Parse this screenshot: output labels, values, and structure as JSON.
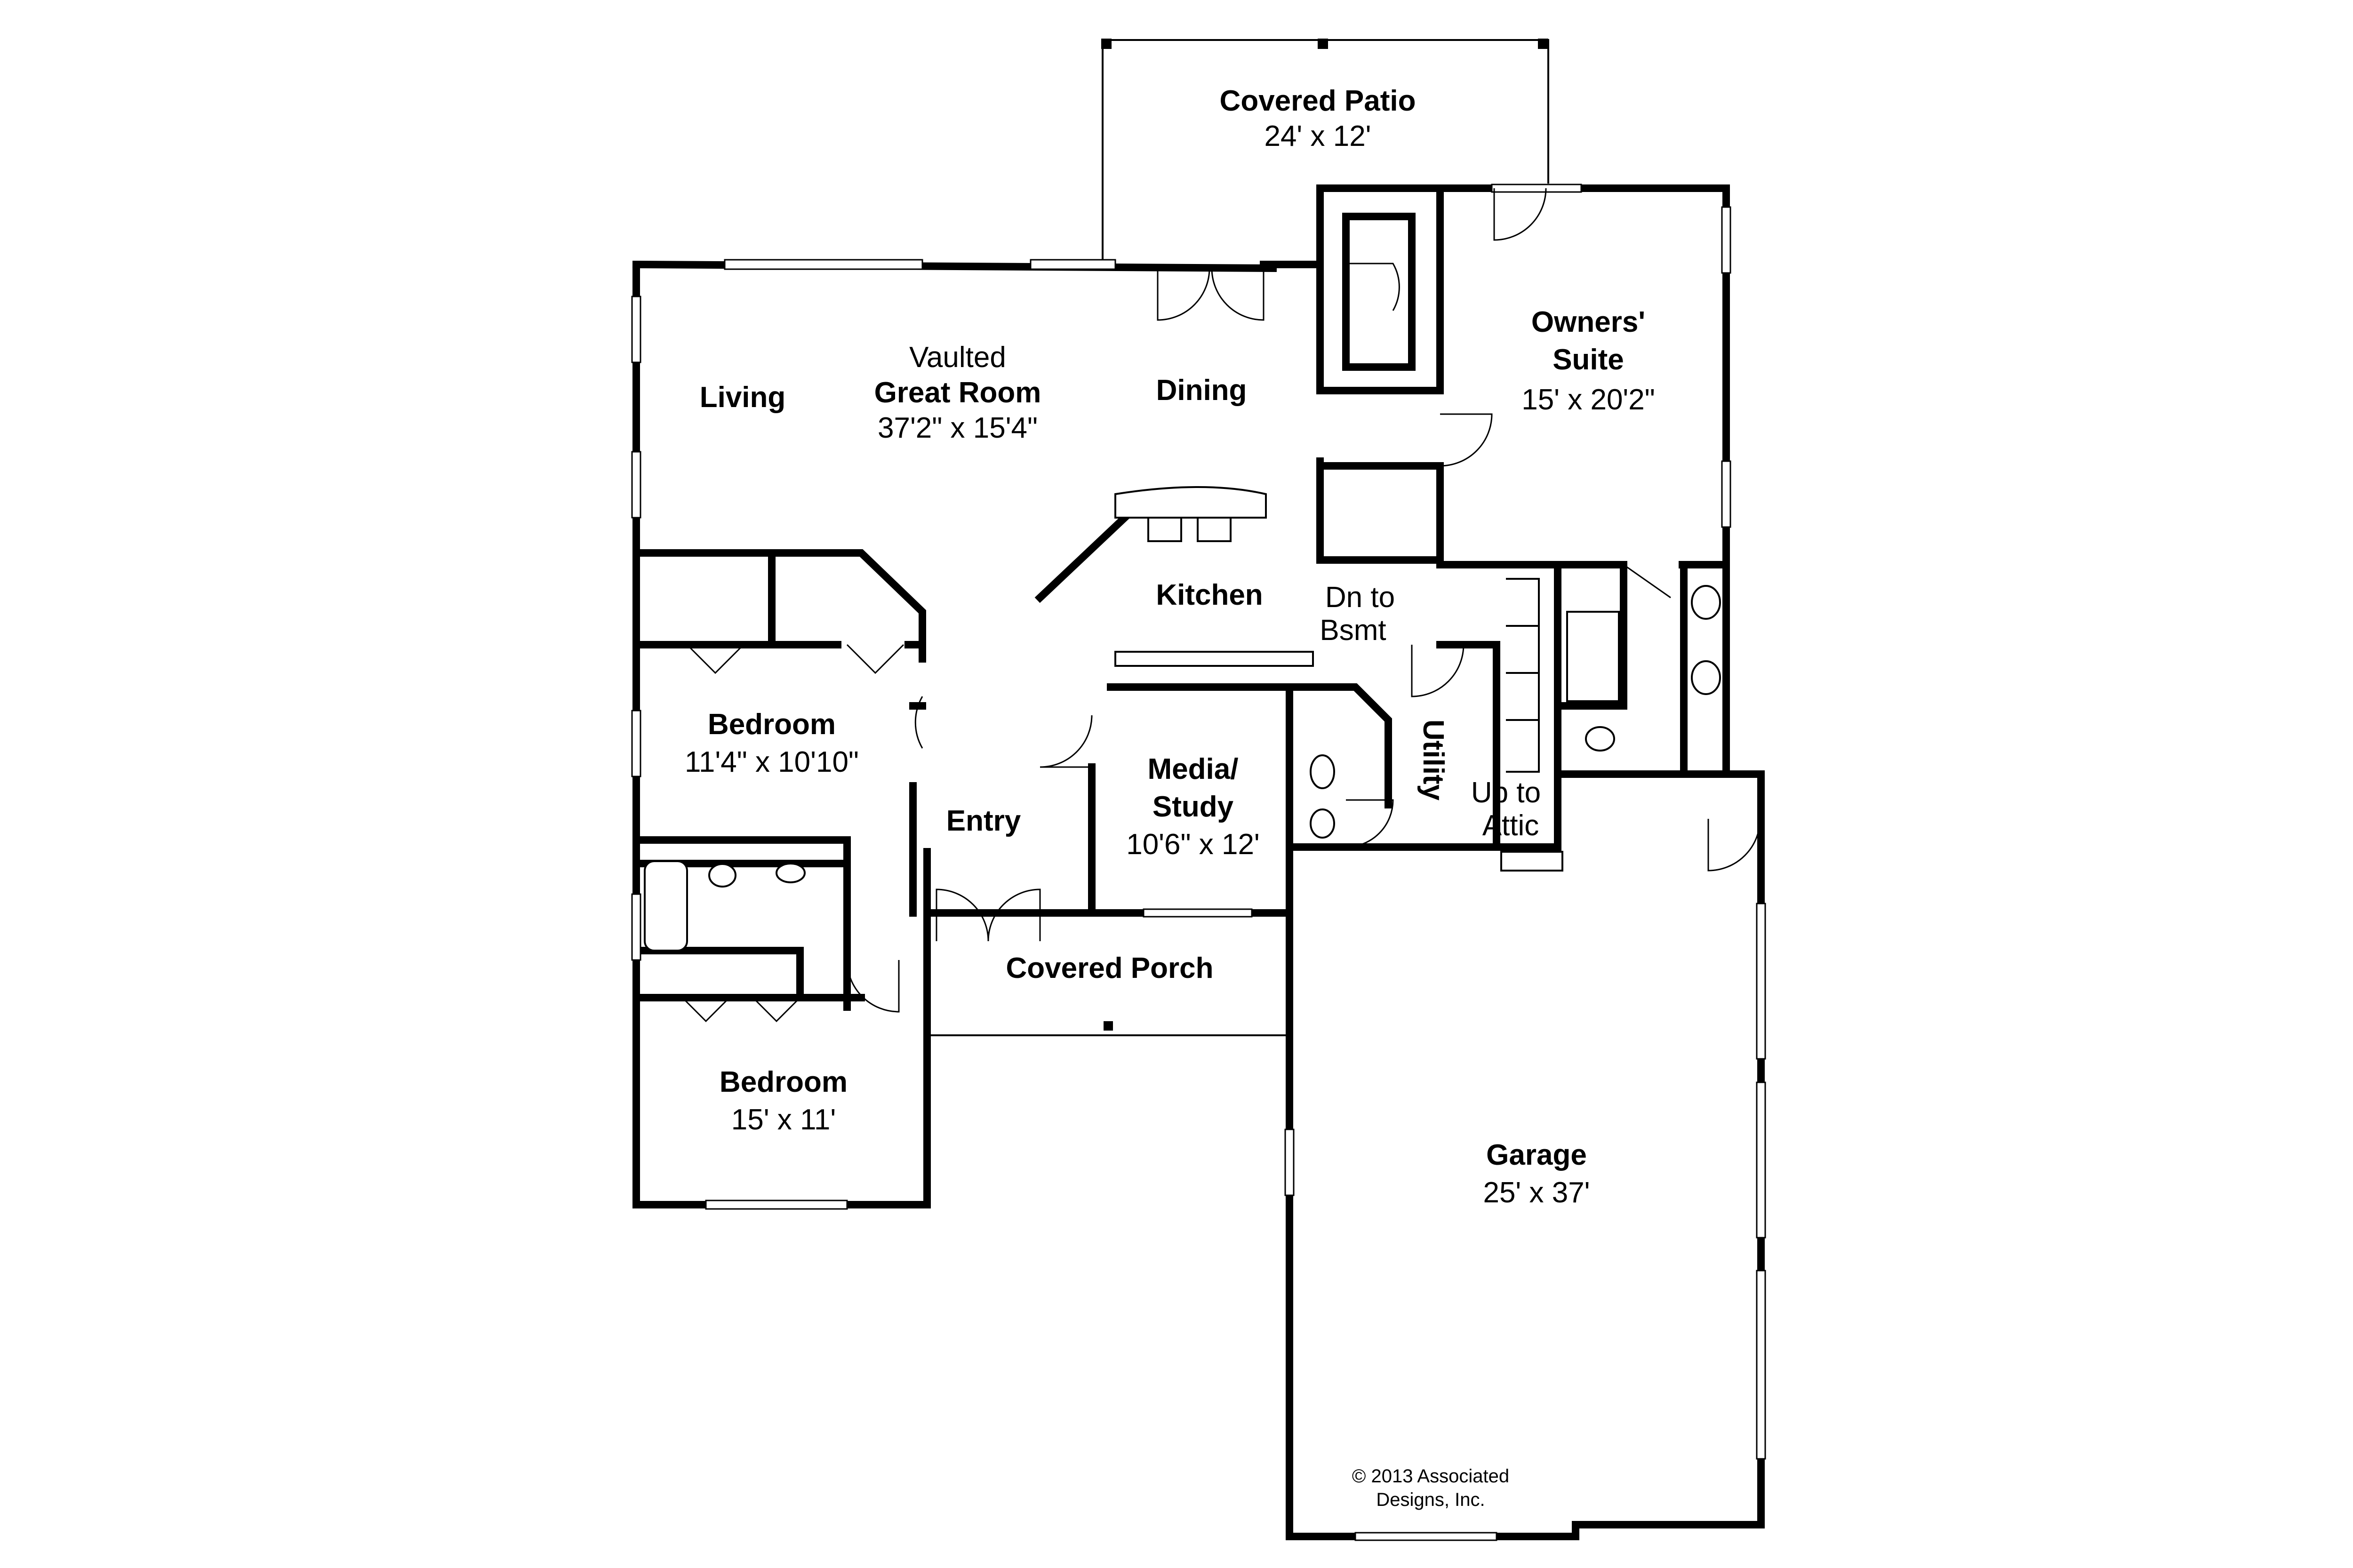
{
  "rooms": {
    "covered_patio": {
      "name": "Covered Patio",
      "size": "24' x 12'"
    },
    "great_room": {
      "line1": "Vaulted",
      "line2": "Great Room",
      "size": "37'2\" x 15'4\""
    },
    "living": {
      "name": "Living"
    },
    "dining": {
      "name": "Dining"
    },
    "owners_suite": {
      "line1": "Owners'",
      "line2": "Suite",
      "size": "15' x 20'2\""
    },
    "kitchen": {
      "name": "Kitchen"
    },
    "stairs_down": {
      "line1": "Dn to",
      "line2": "Bsmt"
    },
    "bedroom_1": {
      "name": "Bedroom",
      "size": "11'4\" x 10'10\""
    },
    "media_study": {
      "line1": "Media/",
      "line2": "Study",
      "size": "10'6\" x 12'"
    },
    "entry": {
      "name": "Entry"
    },
    "utility": {
      "name": "Utility"
    },
    "attic": {
      "line1": "Up to",
      "line2": "Attic"
    },
    "covered_porch": {
      "name": "Covered Porch"
    },
    "bedroom_2": {
      "name": "Bedroom",
      "size": "15' x 11'"
    },
    "garage": {
      "name": "Garage",
      "size": "25' x 37'"
    }
  },
  "copyright": {
    "line1": "© 2013 Associated",
    "line2": "Designs, Inc."
  }
}
